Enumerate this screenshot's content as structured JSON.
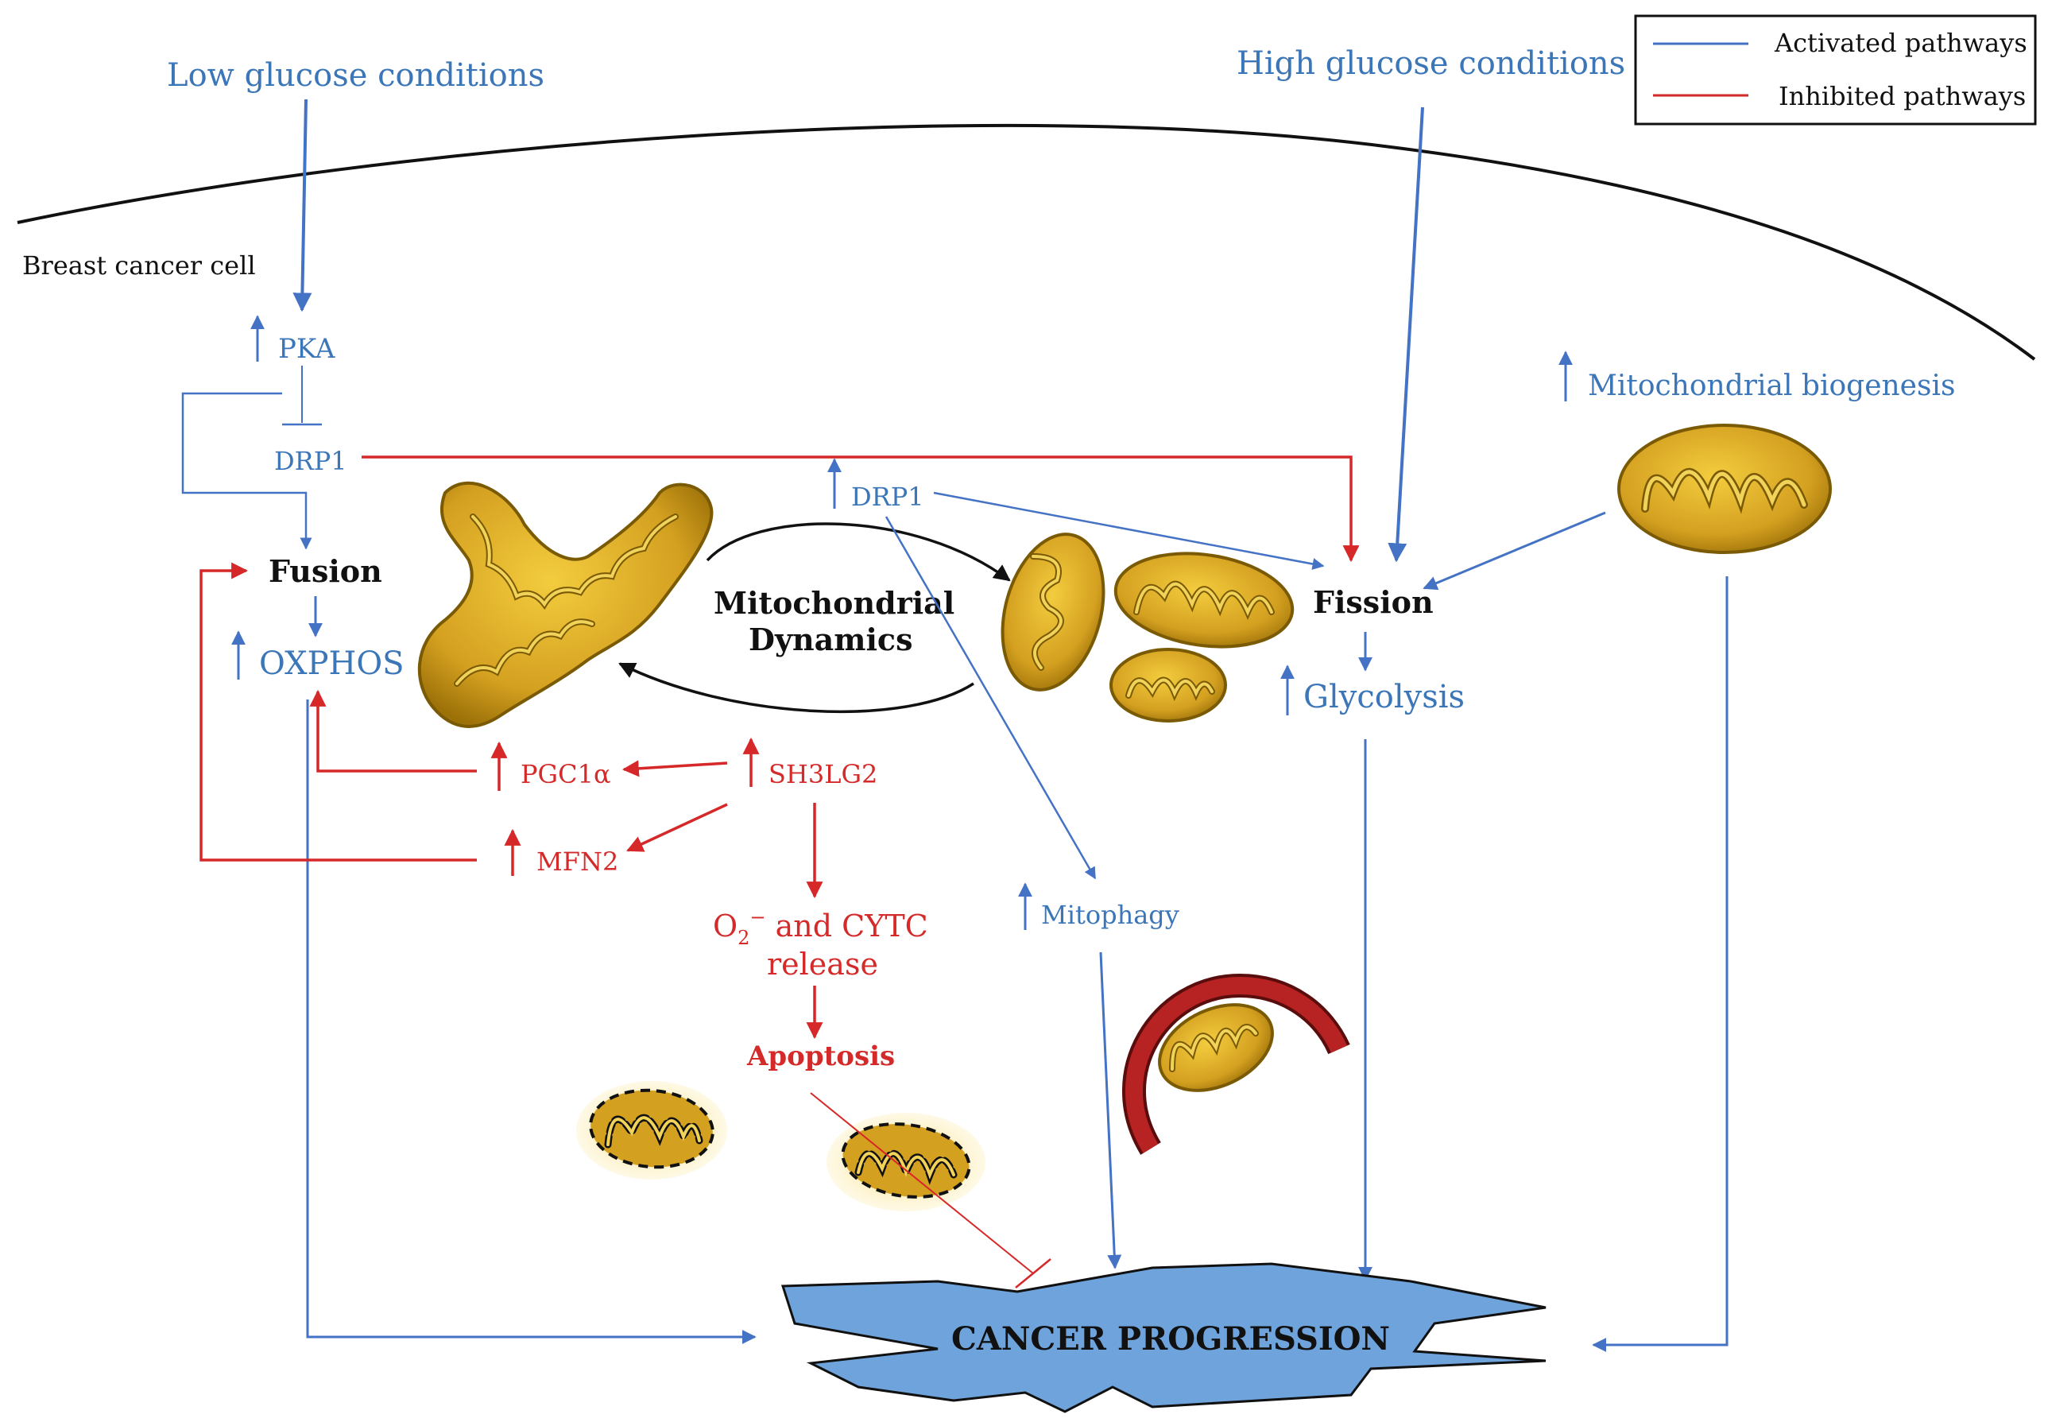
{
  "cell_label": "Breast cancer cell",
  "legend": {
    "activated": "Activated pathways",
    "inhibited": "Inhibited pathways"
  },
  "colors": {
    "activated": "#4472c4",
    "inhibited": "#d62828",
    "mito_fill": "#d8a92a",
    "mito_dark": "#8a6508",
    "mito_inner": "#f0d35a",
    "lysosome": "#b72222",
    "star": "#6fa3db"
  },
  "labels": {
    "low_glucose": "Low glucose conditions",
    "high_glucose": "High glucose conditions",
    "pka": "PKA",
    "drp1_left": "DRP1",
    "drp1_center": "DRP1",
    "fusion": "Fusion",
    "oxphos": "OXPHOS",
    "mito_dynamics_line1": "Mitochondrial",
    "mito_dynamics_line2": "Dynamics",
    "fission": "Fission",
    "glycolysis": "Glycolysis",
    "mito_biogenesis": "Mitochondrial biogenesis",
    "pgc1a": "PGC1α",
    "sh3lg2": "SH3LG2",
    "mfn2": "MFN2",
    "o2_prefix": "O",
    "o2_sub": "2",
    "o2_sup": "−",
    "o2_rest": " and CYTC",
    "release": "release",
    "apoptosis": "Apoptosis",
    "mitophagy": "Mitophagy",
    "cancer_progression": "CANCER PROGRESSION"
  }
}
